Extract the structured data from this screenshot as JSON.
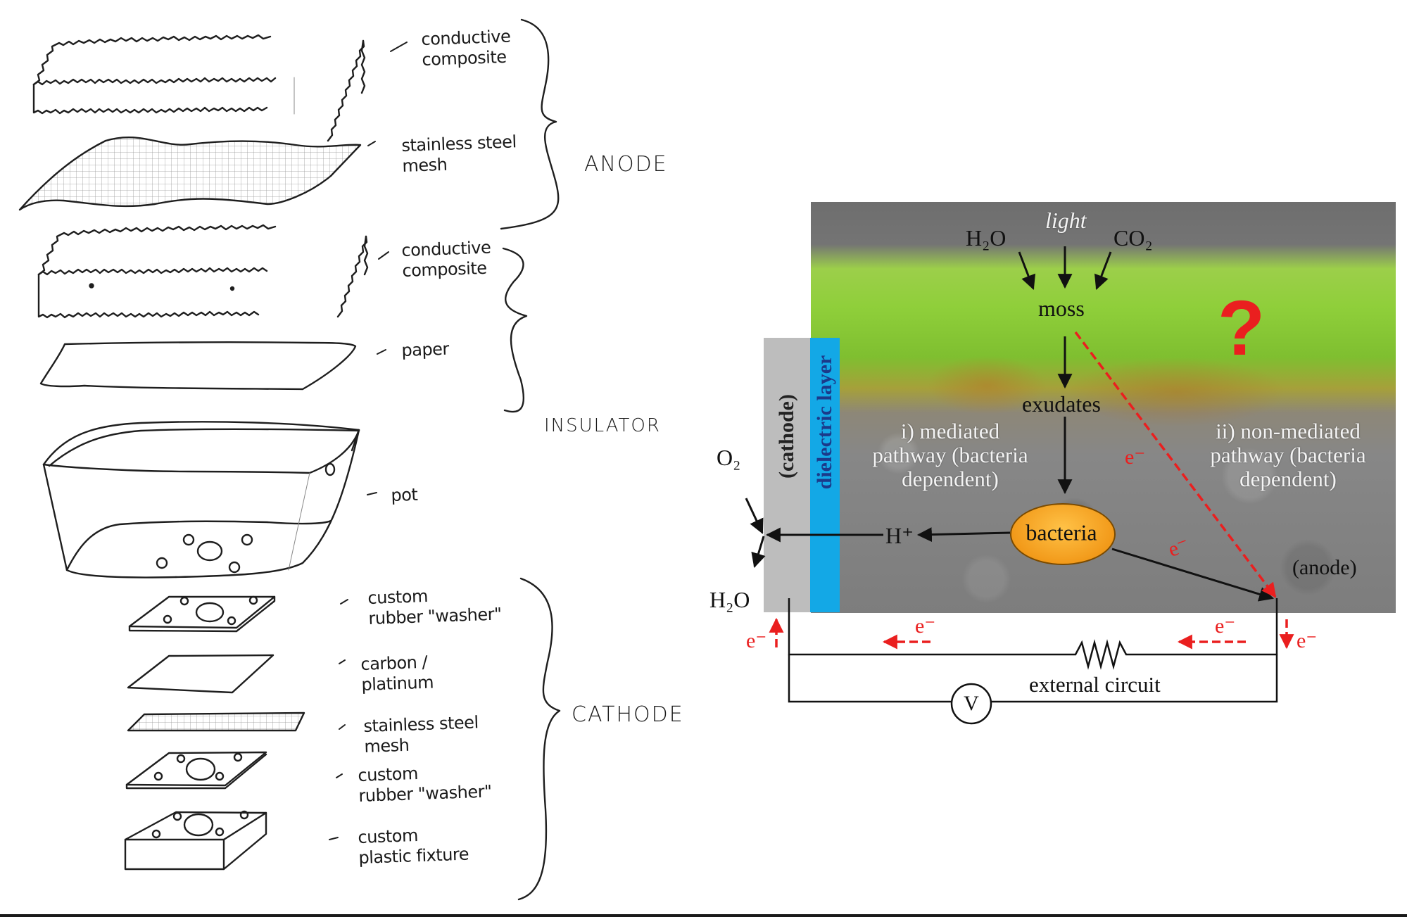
{
  "sketch": {
    "component_labels": [
      {
        "id": "conductive-composite-top",
        "text": "conductive composite"
      },
      {
        "id": "stainless-steel-mesh-anode",
        "text": "stainless steel mesh"
      },
      {
        "id": "conductive-composite-bottom",
        "text": "conductive composite"
      },
      {
        "id": "paper",
        "text": "paper"
      },
      {
        "id": "pot",
        "text": "pot"
      },
      {
        "id": "rubber-washer-top",
        "text": "custom rubber \"washer\""
      },
      {
        "id": "carbon-platinum",
        "text": "carbon / platinum"
      },
      {
        "id": "stainless-steel-mesh-cathode",
        "text": "stainless steel mesh"
      },
      {
        "id": "rubber-washer-bottom",
        "text": "custom rubber \"washer\""
      },
      {
        "id": "plastic-fixture",
        "text": "custom plastic fixture"
      }
    ],
    "label_lines": {
      "cc1a": "conductive",
      "cc1b": "composite",
      "ssm1a": "stainless steel",
      "ssm1b": "mesh",
      "cc2a": "conductive",
      "cc2b": "composite",
      "paper": "paper",
      "pot": "pot",
      "rw1a": "custom",
      "rw1b": "rubber \"washer\"",
      "cp_a": "carbon /",
      "cp_b": "platinum",
      "ssm2a": "stainless steel",
      "ssm2b": "mesh",
      "rw2a": "custom",
      "rw2b": "rubber \"washer\"",
      "pf_a": "custom",
      "pf_b": "plastic fixture"
    },
    "groups": {
      "anode": "ANODE",
      "insulator": "INSULATOR",
      "cathode": "CATHODE"
    }
  },
  "diagram": {
    "light": "light",
    "h2o_in": "H₂O",
    "co2": "CO₂",
    "moss": "moss",
    "exudates": "exudates",
    "question_mark": "?",
    "mediated_pathway": [
      "i) mediated",
      "pathway (bacteria",
      "dependent)"
    ],
    "non_mediated_pathway": [
      "ii) non-mediated",
      "pathway (bacteria",
      "dependent)"
    ],
    "bacteria": "bacteria",
    "h_plus": "H⁺",
    "o2": "O₂",
    "h2o_out": "H₂O",
    "cathode": "(cathode)",
    "dielectric_layer": "dielectric layer",
    "anode": "(anode)",
    "electron": "e⁻",
    "external_circuit": "external circuit",
    "voltmeter": "V",
    "colors": {
      "cathode": "#bdbdbd",
      "dielectric": "#13a8e6",
      "bacteria": "#f5a623",
      "electron_flow": "#ea1f1f",
      "soil": "#8a8a8a",
      "moss": "#8fcf3a",
      "sky": "#6f6f6f"
    }
  }
}
